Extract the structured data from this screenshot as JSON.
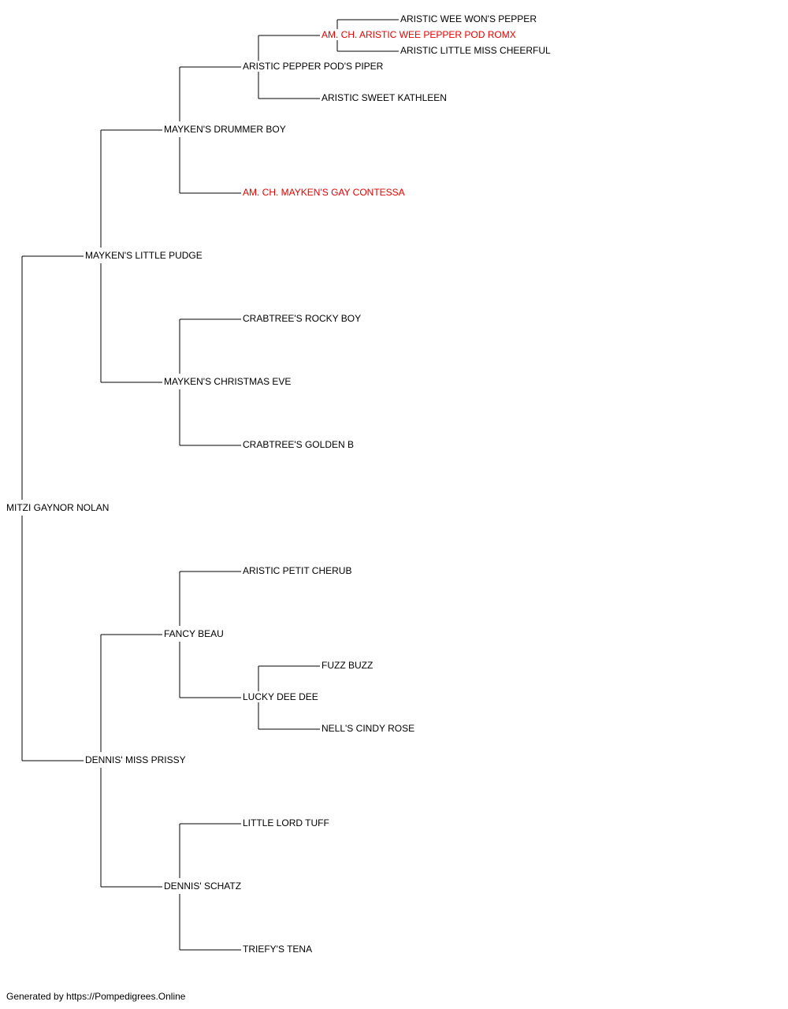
{
  "colors": {
    "default_text": "#000000",
    "highlight_text": "#e60000",
    "line": "#000000"
  },
  "pedigree": {
    "name": "MITZI GAYNOR NOLAN",
    "sire": {
      "name": "MAYKEN'S LITTLE PUDGE",
      "sire": {
        "name": "MAYKEN'S DRUMMER BOY",
        "sire": {
          "name": "ARISTIC PEPPER POD'S PIPER",
          "sire": {
            "name": "AM. CH. ARISTIC WEE PEPPER POD ROMX",
            "highlight": true,
            "sire": {
              "name": "ARISTIC WEE WON'S PEPPER"
            },
            "dam": {
              "name": "ARISTIC LITTLE MISS CHEERFUL"
            }
          },
          "dam": {
            "name": "ARISTIC SWEET KATHLEEN"
          }
        },
        "dam": {
          "name": "AM. CH. MAYKEN'S GAY CONTESSA",
          "highlight": true
        }
      },
      "dam": {
        "name": "MAYKEN'S CHRISTMAS EVE",
        "sire": {
          "name": "CRABTREE'S ROCKY BOY"
        },
        "dam": {
          "name": "CRABTREE'S GOLDEN B"
        }
      }
    },
    "dam": {
      "name": "DENNIS' MISS PRISSY",
      "sire": {
        "name": "FANCY BEAU",
        "sire": {
          "name": "ARISTIC PETIT CHERUB"
        },
        "dam": {
          "name": "LUCKY DEE DEE",
          "sire": {
            "name": "FUZZ BUZZ"
          },
          "dam": {
            "name": "NELL'S CINDY ROSE"
          }
        }
      },
      "dam": {
        "name": "DENNIS' SCHATZ",
        "sire": {
          "name": "LITTLE LORD TUFF"
        },
        "dam": {
          "name": "TRIEFY'S TENA"
        }
      }
    }
  },
  "footer": {
    "text": "Generated by https://Pompedigrees.Online"
  }
}
